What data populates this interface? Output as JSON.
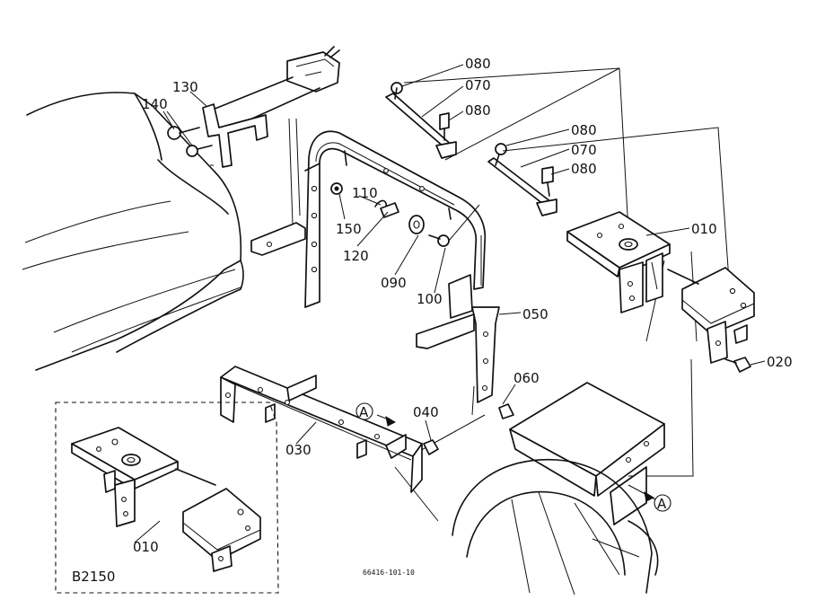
{
  "parts": [
    {
      "id": "p080a",
      "text": "080"
    },
    {
      "id": "p070a",
      "text": "070"
    },
    {
      "id": "p080b",
      "text": "080"
    },
    {
      "id": "p080c",
      "text": "080"
    },
    {
      "id": "p070b",
      "text": "070"
    },
    {
      "id": "p080d",
      "text": "080"
    },
    {
      "id": "p130",
      "text": "130"
    },
    {
      "id": "p140",
      "text": "140"
    },
    {
      "id": "p110",
      "text": "110"
    },
    {
      "id": "p150",
      "text": "150"
    },
    {
      "id": "p120",
      "text": "120"
    },
    {
      "id": "p090",
      "text": "090"
    },
    {
      "id": "p100",
      "text": "100"
    },
    {
      "id": "p010a",
      "text": "010"
    },
    {
      "id": "p050",
      "text": "050"
    },
    {
      "id": "p020",
      "text": "020"
    },
    {
      "id": "p060",
      "text": "060"
    },
    {
      "id": "p040",
      "text": "040"
    },
    {
      "id": "p030",
      "text": "030"
    },
    {
      "id": "p010b",
      "text": "010"
    }
  ],
  "refs": {
    "a1": "A",
    "a2": "A"
  },
  "inset_label": "B2150",
  "drawing_number": "66416-101-10"
}
